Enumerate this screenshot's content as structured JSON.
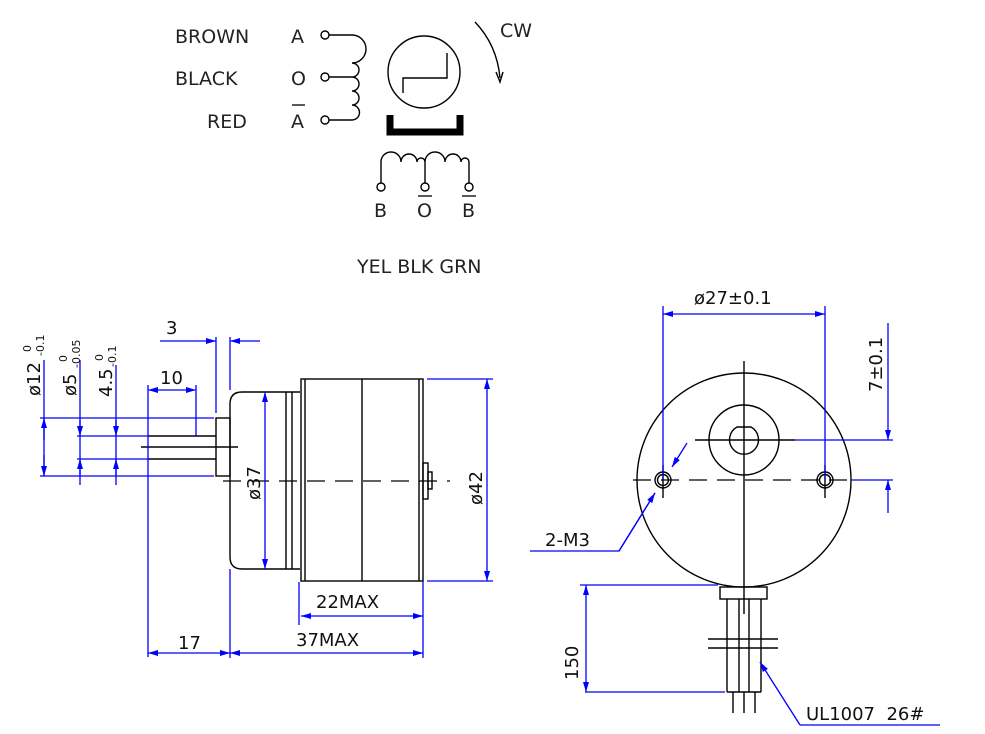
{
  "wiring": {
    "phase_a": [
      {
        "color": "BROWN",
        "terminal": "A",
        "overline": false
      },
      {
        "color": "BLACK",
        "terminal": "O",
        "overline": false
      },
      {
        "color": "RED",
        "terminal": "A",
        "overline": true
      }
    ],
    "phase_b": [
      {
        "terminal": "B",
        "overline": false
      },
      {
        "terminal": "O",
        "overline": true
      },
      {
        "terminal": "B",
        "overline": true
      }
    ],
    "phase_b_colors": "YEL BLK GRN",
    "rotation": "CW"
  },
  "side_view": {
    "shaft_dia": "ø12",
    "shaft_dia_tol_upper": "0",
    "shaft_dia_tol_lower": "-0.1",
    "shaft_dia_main": "ø12",
    "shaft2_dia": "ø5",
    "shaft2_tol_upper": "0",
    "shaft2_tol_lower": "-0.05",
    "flat": "4.5",
    "flat_tol_upper": "0",
    "flat_tol_lower": "-0.1",
    "boss_length": "3",
    "flat_length": "10",
    "shaft_length": "17",
    "front_dia": "ø37",
    "body_dia": "ø42",
    "body_length": "22MAX",
    "total_length": "37MAX"
  },
  "front_view": {
    "hole_pcd": "ø27±0.1",
    "offset": "7±0.1",
    "holes": "2-M3",
    "lead_length": "150",
    "wire": "UL1007  26#"
  }
}
